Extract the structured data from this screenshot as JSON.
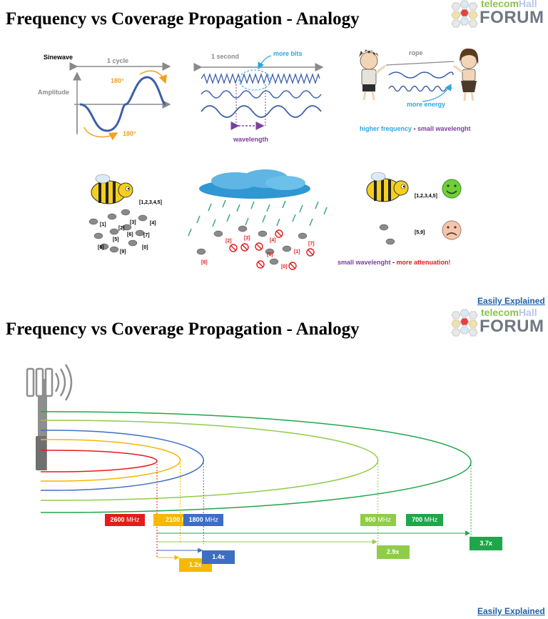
{
  "panel1": {
    "title": "Frequency vs Coverage Propagation - Analogy",
    "logo": {
      "telecom": "telecom",
      "hall": "Hall",
      "forum": "FORUM"
    },
    "sinewave": {
      "label": "Sinewave",
      "cycle": "1 cycle",
      "amplitude": "Amplitude",
      "deg_top": "180°",
      "deg_bottom": "180°"
    },
    "bits": {
      "second": "1 second",
      "more_bits": "more bits",
      "wavelength": "wavelength"
    },
    "rope": {
      "rope": "rope",
      "more_energy": "more energy",
      "caption_a": "higher frequency",
      "caption_sep": " - ",
      "caption_b": "small",
      "caption_c": " wavelenght"
    },
    "bees_left": {
      "main": "[1,2,3,4,5]",
      "labels": [
        "[1]",
        "[2]",
        "[3]",
        "[4]",
        "[5]",
        "[6]",
        "[7]",
        "[8]",
        "[9]",
        "[0]"
      ]
    },
    "bees_rain": {
      "labels": [
        "[2]",
        "[3]",
        "[4]",
        "[7]",
        "[1]",
        "[6]",
        "[0]",
        "[8]"
      ]
    },
    "bees_right": {
      "top": "[1,2,3,4,5]",
      "bottom": "[5,9]"
    },
    "caption2": {
      "a": "small wavelenght",
      "b": " - ",
      "c": "more attenuation!"
    },
    "link": "Easily Explained"
  },
  "panel2": {
    "title": "Frequency vs Coverage Propagation - Analogy",
    "logo": {
      "telecom": "telecom",
      "hall": "Hall",
      "forum": "FORUM"
    },
    "link": "Easily Explained",
    "bands": [
      {
        "num": "2600",
        "unit": " MHz",
        "color": "#e31c1c",
        "reach": 1.0
      },
      {
        "num": "2100",
        "unit": " MHz",
        "color": "#f6b800",
        "reach": 1.2
      },
      {
        "num": "1800",
        "unit": " MHz",
        "color": "#3d6ec3",
        "reach": 1.4
      },
      {
        "num": "900",
        "unit": " MHz",
        "color": "#8fcc4a",
        "reach": 2.9
      },
      {
        "num": "700",
        "unit": " MHz",
        "color": "#20a64a",
        "reach": 3.7
      }
    ],
    "factors": [
      "1.2x",
      "1.4x",
      "2.9x",
      "3.7x"
    ]
  }
}
